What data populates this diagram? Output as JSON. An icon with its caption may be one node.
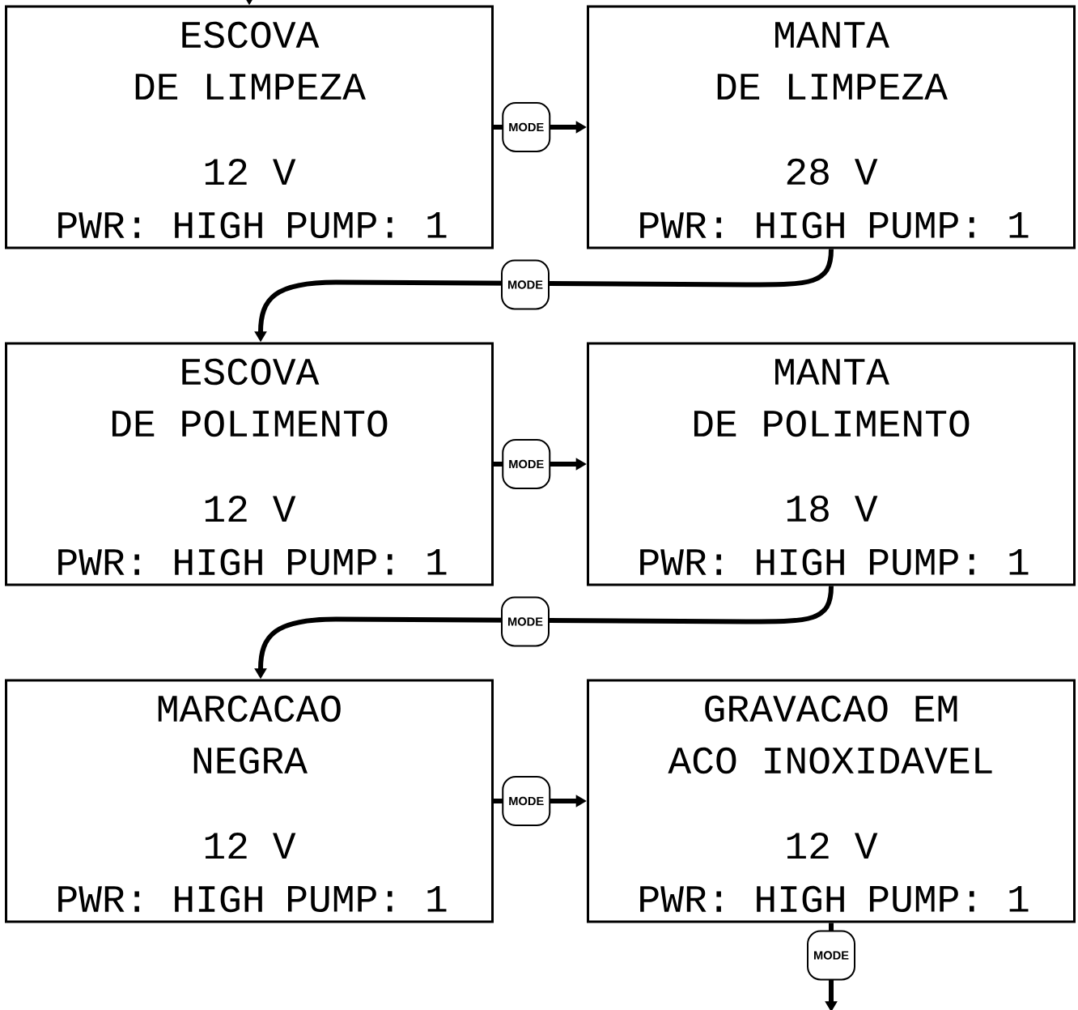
{
  "diagram": {
    "nodes": [
      {
        "text": [
          "ESCOVA",
          "DE LIMPEZA",
          "12 V",
          "PWR: HIGH",
          "PUMP: 1"
        ]
      },
      {
        "text": [
          "MANTA",
          "DE LIMPEZA",
          "28 V",
          "PWR: HIGH",
          "PUMP: 1"
        ]
      },
      {
        "text": [
          "ESCOVA",
          "DE POLIMENTO",
          "12 V",
          "PWR: HIGH",
          "PUMP: 1"
        ]
      },
      {
        "text": [
          "MANTA",
          "DE POLIMENTO",
          "18 V",
          "PWR: HIGH",
          "PUMP: 1"
        ]
      },
      {
        "text": [
          "MARCACAO",
          "NEGRA",
          "12 V",
          "PWR: HIGH",
          "PUMP: 1"
        ]
      },
      {
        "text": [
          "GRAVACAO EM",
          "ACO INOXIDAVEL",
          "12 V",
          "PWR: HIGH",
          "PUMP: 1"
        ]
      }
    ],
    "edges": [
      {
        "from": null,
        "to": 0,
        "arrow": "to"
      },
      {
        "from": 0,
        "to": 1,
        "arrow": "to",
        "label": "MODE"
      },
      {
        "from": 1,
        "to": 2,
        "arrow": "to",
        "label": "MODE"
      },
      {
        "from": 2,
        "to": 3,
        "arrow": "to",
        "label": "MODE"
      },
      {
        "from": 3,
        "to": 4,
        "arrow": "to",
        "label": "MODE"
      },
      {
        "from": 4,
        "to": 5,
        "arrow": "to",
        "label": "MODE"
      },
      {
        "from": 5,
        "to": null,
        "arrow": "to",
        "label": "MODE"
      }
    ]
  }
}
